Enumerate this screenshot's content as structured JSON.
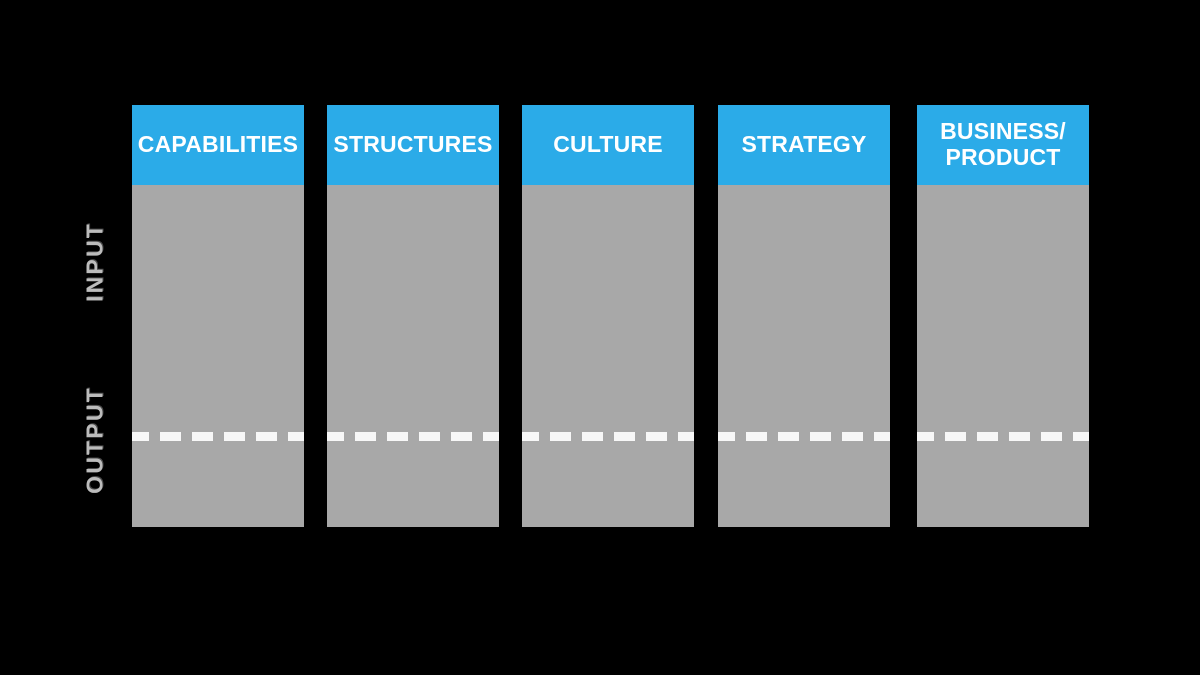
{
  "diagram": {
    "background_color": "#000000",
    "accent_color": "#2babe8",
    "body_color": "#a8a8a8",
    "divider_color": "#f7f7f7",
    "axis_label_color": "#bcbcbc",
    "header_text_color": "#ffffff",
    "axis": {
      "input_label": "INPUT",
      "output_label": "OUTPUT"
    },
    "columns": [
      {
        "id": "capabilities",
        "label": "CAPABILITIES"
      },
      {
        "id": "structures",
        "label": "STRUCTURES"
      },
      {
        "id": "culture",
        "label": "CULTURE"
      },
      {
        "id": "strategy",
        "label": "STRATEGY"
      },
      {
        "id": "business-product",
        "label": "BUSINESS/\nPRODUCT"
      }
    ]
  }
}
